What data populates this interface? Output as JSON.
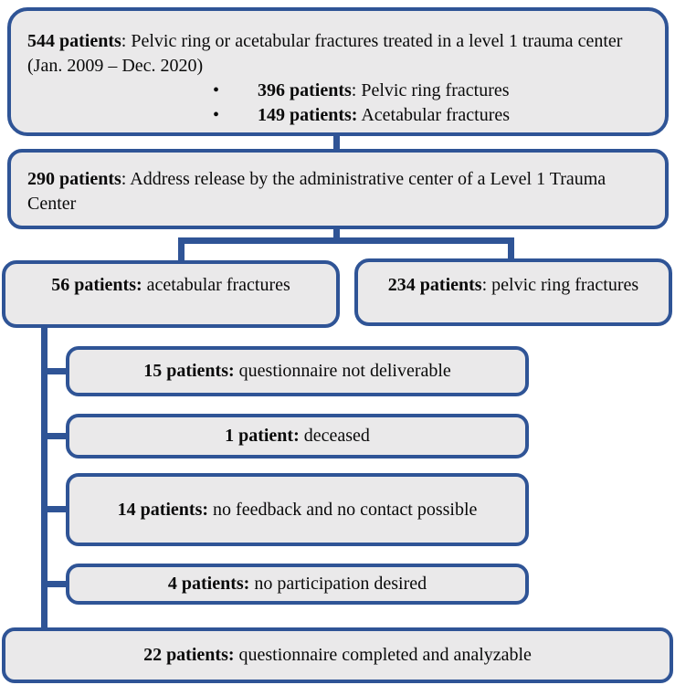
{
  "colors": {
    "accent_blue": "#2F5496",
    "box_fill": "#EAE9EA",
    "text_color": "#0a0a0a",
    "background": "#ffffff"
  },
  "flowchart": {
    "boxes": {
      "total": {
        "count": "544 patients",
        "desc": ": Pelvic ring or acetabular fractures treated in a level 1 trauma center (Jan. 2009 – Dec. 2020)",
        "bullet_char": "•",
        "bullets": [
          {
            "count": "396 patients",
            "desc": ": Pelvic ring fractures"
          },
          {
            "count": "149 patients:",
            "desc": " Acetabular fractures"
          }
        ]
      },
      "release": {
        "count": "290 patients",
        "desc": ": Address release by the administrative center of a Level 1 Trauma Center"
      },
      "acetabular": {
        "count": "56 patients:",
        "desc": "  acetabular fractures"
      },
      "pelvic": {
        "count": "234 patients",
        "desc": ": pelvic ring fractures"
      },
      "not_deliverable": {
        "count": "15 patients:",
        "desc": " questionnaire not deliverable"
      },
      "deceased": {
        "count": "1 patient:",
        "desc": " deceased"
      },
      "no_feedback": {
        "count": "14 patients:",
        "desc": " no feedback and no contact possible"
      },
      "no_participation": {
        "count": "4 patients:",
        "desc": " no participation desired"
      },
      "completed": {
        "count": "22 patients:",
        "desc": " questionnaire completed and analyzable"
      }
    }
  }
}
